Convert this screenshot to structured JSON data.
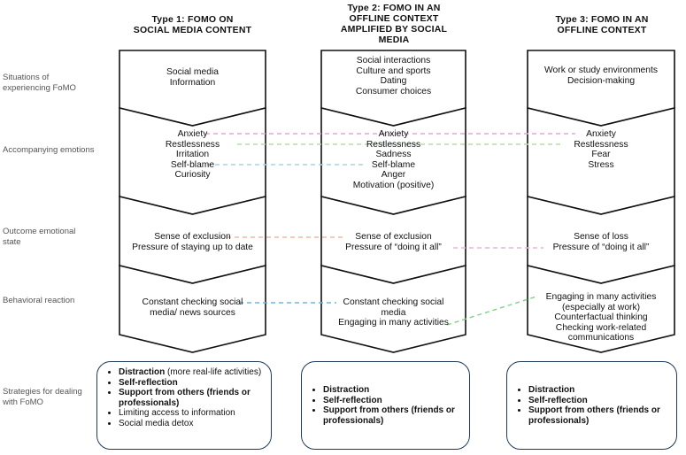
{
  "rows": [
    [
      "Situations of",
      "experiencing FoMO"
    ],
    [
      "Accompanying emotions"
    ],
    [
      "Outcome emotional",
      "state"
    ],
    [
      "Behavioral reaction"
    ],
    [
      "Strategies for dealing",
      "with FoMO"
    ]
  ],
  "columns": [
    {
      "title": [
        "Type 1: FOMO ON",
        "SOCIAL MEDIA CONTENT"
      ],
      "situations": [
        "Social media",
        "Information"
      ],
      "emotions": [
        "Anxiety",
        "Restlessness",
        "Irritation",
        "Self-blame",
        "Curiosity"
      ],
      "outcome": [
        "Sense of exclusion",
        "Pressure of staying up to date"
      ],
      "behavior": [
        "Constant checking social",
        "media/ news sources"
      ],
      "strategies": [
        {
          "bold": "Distraction",
          "rest": "(more real-life activities)"
        },
        {
          "bold": "Self-reflection"
        },
        {
          "bold": "Support from others (friends or professionals)"
        },
        {
          "rest": "Limiting access to information"
        },
        {
          "rest": "Social media detox"
        }
      ]
    },
    {
      "title": [
        "Type 2: FOMO IN AN",
        "OFFLINE CONTEXT",
        "AMPLIFIED BY SOCIAL",
        "MEDIA"
      ],
      "situations": [
        "Social interactions",
        "Culture and sports",
        "Dating",
        "Consumer choices"
      ],
      "emotions": [
        "Anxiety",
        "Restlessness",
        "Sadness",
        "Self-blame",
        "Anger",
        "Motivation (positive)"
      ],
      "outcome": [
        "Sense of exclusion",
        "Pressure of “doing it all”"
      ],
      "behavior": [
        "Constant checking social",
        "media",
        "Engaging in many activities"
      ],
      "strategies": [
        "Distraction",
        "Self-reflection",
        "Support from others (friends or professionals)"
      ]
    },
    {
      "title": [
        "Type 3: FOMO IN AN",
        "OFFLINE CONTEXT"
      ],
      "situations": [
        "Work or study environments",
        "Decision-making"
      ],
      "emotions": [
        "Anxiety",
        "Restlessness",
        "Fear",
        "Stress"
      ],
      "outcome": [
        "Sense of loss",
        "Pressure of “doing it all”"
      ],
      "behavior": [
        "Engaging in many activities",
        "(especially at work)",
        "Counterfactual thinking",
        "Checking work-related",
        "communications"
      ],
      "strategies": [
        "Distraction",
        "Self-reflection",
        "Support from others (friends or professionals)"
      ]
    }
  ],
  "colors": {
    "box_border": "#111111",
    "strategy_border": "#1f3b57",
    "row_label": "#555555",
    "connector_anxiety": "#e2a6dd",
    "connector_restlessness": "#b6dea8",
    "connector_self_blame": "#a8d4e6",
    "connector_exclusion": "#f2b9a2",
    "connector_doing_it_all": "#e6b4da",
    "connector_checking": "#6fb5e6",
    "connector_engaging": "#7fd18a"
  }
}
